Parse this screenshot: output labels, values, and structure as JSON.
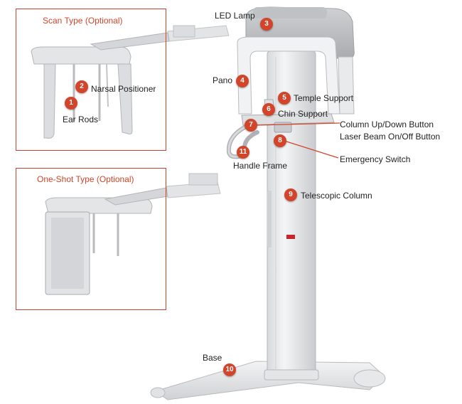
{
  "insets": [
    {
      "id": "scan",
      "title": "Scan Type (Optional)"
    },
    {
      "id": "oneshot",
      "title": "One-Shot  Type (Optional)"
    }
  ],
  "callouts": [
    {
      "num": "1",
      "label": "Ear Rods"
    },
    {
      "num": "2",
      "label": "Narsal Positioner"
    },
    {
      "num": "3",
      "label": "LED Lamp"
    },
    {
      "num": "4",
      "label": "Pano"
    },
    {
      "num": "5",
      "label": "Temple Support"
    },
    {
      "num": "6",
      "label": "Chin Support"
    },
    {
      "num": "7",
      "label": "Column Up/Down Button"
    },
    {
      "num": "7",
      "label": "Laser Beam On/Off Button"
    },
    {
      "num": "8",
      "label": "Emergency Switch"
    },
    {
      "num": "9",
      "label": "Telescopic Column"
    },
    {
      "num": "10",
      "label": "Base"
    },
    {
      "num": "11",
      "label": "Handle Frame"
    }
  ],
  "colors": {
    "accent": "#d2452a",
    "inset_border": "#c9432a",
    "device_body": "#e9eaec",
    "device_shadow": "#c8cacd",
    "brand_red": "#c8242b"
  }
}
